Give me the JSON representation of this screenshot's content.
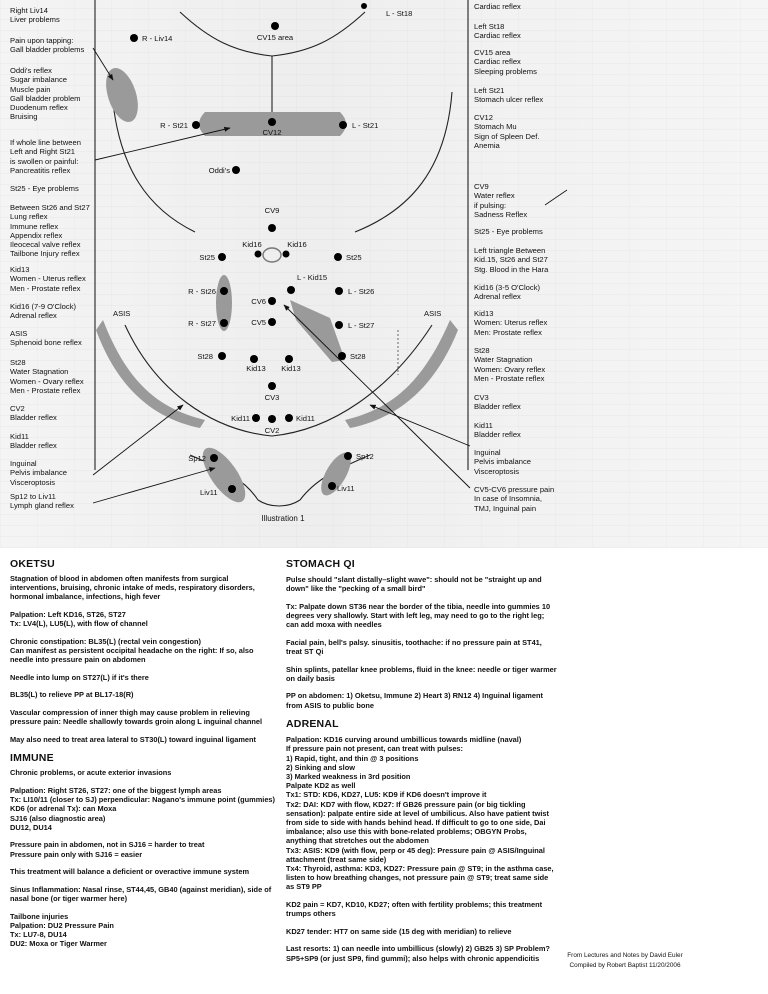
{
  "illustration": {
    "caption": "Illustration 1",
    "left_annotations": [
      "Right Liv14\nLiver problems",
      "Pain upon tapping:\nGall bladder problems",
      "Oddi's reflex\nSugar imbalance\nMuscle pain\nGall bladder problem\nDuodenum reflex\nBruising",
      "If whole line between\nLeft and Right St21\nis swollen or painful:\nPancreatitis reflex",
      "St25 - Eye problems",
      "Between St26 and St27\nLung reflex\nImmune reflex\nAppendix reflex\nIleocecal valve reflex\nTailbone Injury reflex",
      "Kid13\nWomen - Uterus reflex\nMen - Prostate reflex",
      "Kid16 (7-9 O'Clock)\nAdrenal reflex",
      "ASIS\nSphenoid bone reflex",
      "St28\nWater Stagnation\nWomen - Ovary reflex\nMen - Prostate reflex",
      "CV2\nBladder reflex",
      "Kid11\nBladder reflex",
      "Inguinal\nPelvis imbalance\nVisceroptosis",
      "Sp12 to Liv11\nLymph gland reflex"
    ],
    "right_annotations": [
      "Cardiac reflex",
      "Left St18\nCardiac reflex",
      "CV15 area\nCardiac reflex\nSleeping problems",
      "Left St21\nStomach ulcer reflex",
      "CV12\nStomach Mu\nSign of Spleen Def.\nAnemia",
      "CV9\nWater reflex\nif pulsing:\nSadness Reflex",
      "St25 - Eye problems",
      "Left triangle Between\nKid.15, St26 and St27\nStg. Blood in the Hara",
      "Kid16 (3-5 O'Clock)\nAdrenal reflex",
      "Kid13\nWomen: Uterus reflex\nMen: Prostate reflex",
      "St28\nWater Stagnation\nWomen: Ovary reflex\nMen - Prostate reflex",
      "CV3\nBladder reflex",
      "Kid11\nBladder reflex",
      "Inguinal\nPelvis imbalance\nVisceroptosis",
      "CV5-CV6 pressure pain\nIn case of Insomnia,\nTMJ, Inguinal pain"
    ],
    "point_labels": {
      "l_st18": "L - St18",
      "r_liv14": "R - Liv14",
      "cv15": "CV15 area",
      "r_st21": "R - St21",
      "cv12": "CV12",
      "l_st21": "L - St21",
      "oddis": "Oddi's",
      "cv9": "CV9",
      "kid16_l": "Kid16",
      "kid16_r": "Kid16",
      "st25_l": "St25",
      "st25_r": "St25",
      "l_kid15": "L - Kid15",
      "r_st26": "R - St26",
      "l_st26": "L - St26",
      "cv6": "CV6",
      "cv5": "CV5",
      "r_st27": "R - St27",
      "l_st27": "L - St27",
      "asis_l": "ASIS",
      "asis_r": "ASIS",
      "st28_l": "St28",
      "st28_r": "St28",
      "kid13_l": "Kid13",
      "kid13_r": "Kid13",
      "cv3": "CV3",
      "kid11_l": "Kid11",
      "kid11_r": "Kid11",
      "cv2": "CV2",
      "sp12_l": "Sp12",
      "sp12_r": "Sp12",
      "liv11_l": "Liv11",
      "liv11_r": "Liv11"
    }
  },
  "oketsu": {
    "title": "OKETSU",
    "paragraphs": [
      "Stagnation of blood in abdomen often manifests from surgical interventions, bruising, chronic intake of meds, respiratory disorders, hormonal imbalance, infections, high fever",
      "Palpation: Left KD16, ST26, ST27\nTx: LV4(L), LU5(L), with flow of channel",
      "Chronic constipation: BL35(L) (rectal vein congestion)\nCan manifest as persistent occipital headache on the right: If so, also needle into pressure pain on abdomen",
      "Needle into lump on ST27(L) if it's there",
      "BL35(L) to relieve PP at BL17-18(R)",
      "Vascular compression of inner thigh may cause problem in relieving pressure pain: Needle shallowly towards groin along L inguinal channel",
      "May also need to treat area lateral to ST30(L) toward inguinal ligament"
    ]
  },
  "immune": {
    "title": "IMMUNE",
    "paragraphs": [
      "Chronic problems, or acute exterior invasions",
      "Palpation: Right ST26, ST27: one of the biggest lymph areas\nTx: LI10/11 (closer to SJ) perpendicular: Nagano's immune point (gummies)\nKD6 (or adrenal Tx): can Moxa\nSJ16 (also diagnostic area)\nDU12, DU14",
      "Pressure pain in abdomen, not in SJ16 = harder to treat\nPressure pain only with SJ16 = easier",
      "This treatment will balance a deficient or overactive immune system",
      "Sinus Inflammation: Nasal rinse, ST44,45, GB40 (against meridian), side of nasal bone (or tiger warmer here)",
      "Tailbone injuries\nPalpation: DU2 Pressure Pain\nTx: LU7-8, DU14\nDU2: Moxa or Tiger Warmer"
    ]
  },
  "stomach_qi": {
    "title": "STOMACH QI",
    "paragraphs": [
      "Pulse should \"slant distally–slight wave\": should not be \"straight up and down\" like the \"pecking of a small bird\"",
      "Tx: Palpate down ST36 near the border of the tibia, needle into gummies 10 degrees very shallowly. Start with left leg, may need to go to the right leg; can add moxa with needles",
      "Facial pain, bell's palsy. sinusitis, toothache: if no pressure pain at ST41, treat ST Qi",
      "Shin splints, patellar knee problems, fluid in the knee: needle or tiger warmer on daily basis",
      "PP on abdomen: 1) Oketsu, Immune 2) Heart 3) RN12 4) Inguinal ligament from ASIS to public bone"
    ]
  },
  "adrenal": {
    "title": "ADRENAL",
    "paragraphs": [
      "Palpation: KD16 curving around umbillicus towards midline (naval)\nIf pressure pain not present, can treat with pulses:\n1) Rapid, tight, and thin @ 3 positions\n2) Sinking and slow\n3) Marked weakness in 3rd position\nPalpate KD2 as well\nTx1: STD: KD6, KD27, LU5: KD9 if KD6 doesn't improve it\nTx2: DAI: KD7 with flow, KD27: If GB26 pressure pain (or big tickling sensation): palpate entire side at level of umbilicus. Also have patient twist from side to side with hands behind head. If difficult to go to one side, Dai imbalance; also use this with bone-related problems; OBGYN Probs, anything that stretches out the abdomen\nTx3: ASIS: KD9 (with flow, perp or 45 deg): Pressure pain @ ASIS/Inguinal attachment (treat same side)\nTx4: Thyroid, asthma: KD3, KD27: Pressure pain @ ST9; in the asthma case, listen to how breathing changes, not pressure pain @ ST9; treat same side as ST9 PP",
      "KD2 pain = KD7, KD10, KD27; often with fertility problems; this treatment trumps others",
      "KD27 tender: HT7 on same side (15 deg with meridian) to relieve",
      "Last resorts: 1) can needle into umbillicus (slowly) 2) GB25 3) SP Problem? SP5+SP9 (or just SP9, find gummi); also helps with chronic appendicitis"
    ]
  },
  "credits": "From Lectures and Notes by David Euler\nCompiled by Robert Baptist 11/20/2006",
  "colors": {
    "background": "#ffffff",
    "diagram_background": "#efefef",
    "zone_shading": "#9a9a9a",
    "text": "#111111"
  }
}
